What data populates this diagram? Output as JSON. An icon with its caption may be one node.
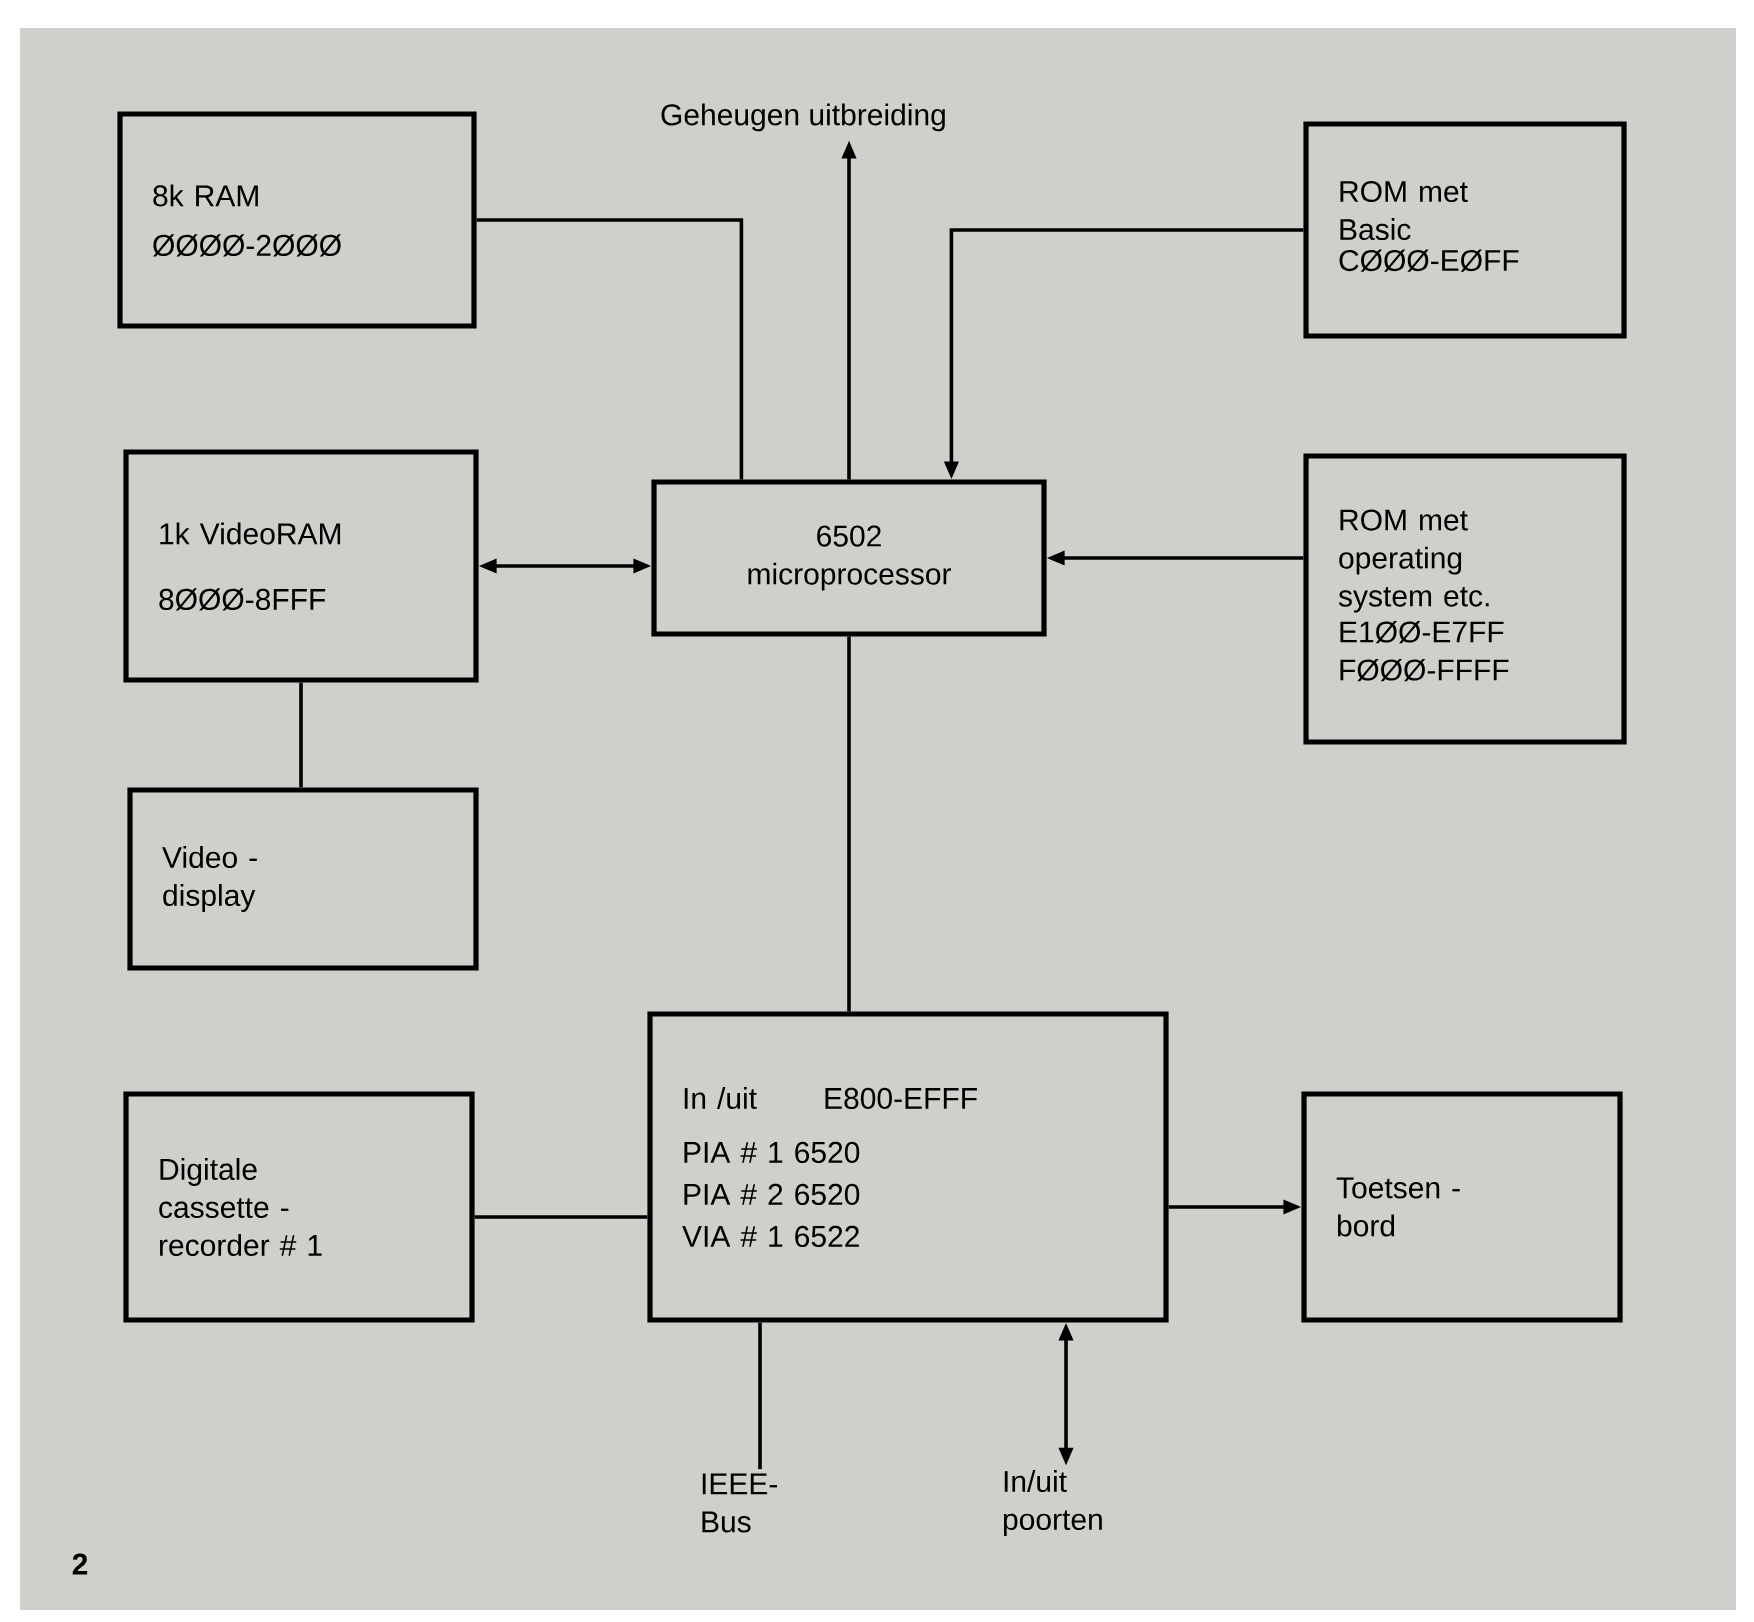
{
  "diagram": {
    "nodes": [
      {
        "text": [
          "8k RAM",
          "ØØØØ-2ØØØ"
        ]
      },
      {
        "text": [
          "Geheugen uitbreiding"
        ]
      },
      {
        "text": [
          "ROM met Basic",
          "CØØØ-EØFF"
        ]
      },
      {
        "text": [
          "1k VideoRAM",
          "8ØØØ-8FFF"
        ]
      },
      {
        "text": [
          "6502 microprocessor"
        ]
      },
      {
        "text": [
          "ROM met operating system etc.",
          "E1ØØ-E7FF",
          "FØØØ-FFFF"
        ]
      },
      {
        "text": [
          "Video - display"
        ]
      },
      {
        "text": [
          "In /uit",
          "E800-EFFF",
          "PIA # 1 6520",
          "PIA # 2 6520",
          "VIA # 1 6522"
        ]
      },
      {
        "text": [
          "Digitale cassette - recorder # 1"
        ]
      },
      {
        "text": [
          "Toetsen - bord"
        ]
      },
      {
        "text": [
          "IEEE- Bus"
        ]
      },
      {
        "text": [
          "In/uit poorten"
        ]
      }
    ],
    "edges": [
      {
        "from": 0,
        "to": 4,
        "arrow": "none"
      },
      {
        "from": 4,
        "to": 1,
        "arrow": "to"
      },
      {
        "from": 2,
        "to": 4,
        "arrow": "to"
      },
      {
        "from": 3,
        "to": 4,
        "arrow": "both"
      },
      {
        "from": 5,
        "to": 4,
        "arrow": "to"
      },
      {
        "from": 3,
        "to": 6,
        "arrow": "none"
      },
      {
        "from": 4,
        "to": 7,
        "arrow": "none"
      },
      {
        "from": 8,
        "to": 7,
        "arrow": "none"
      },
      {
        "from": 7,
        "to": 9,
        "arrow": "to"
      },
      {
        "from": 7,
        "to": 10,
        "arrow": "none"
      },
      {
        "from": 7,
        "to": 11,
        "arrow": "both"
      }
    ],
    "labels": [
      "2"
    ]
  }
}
